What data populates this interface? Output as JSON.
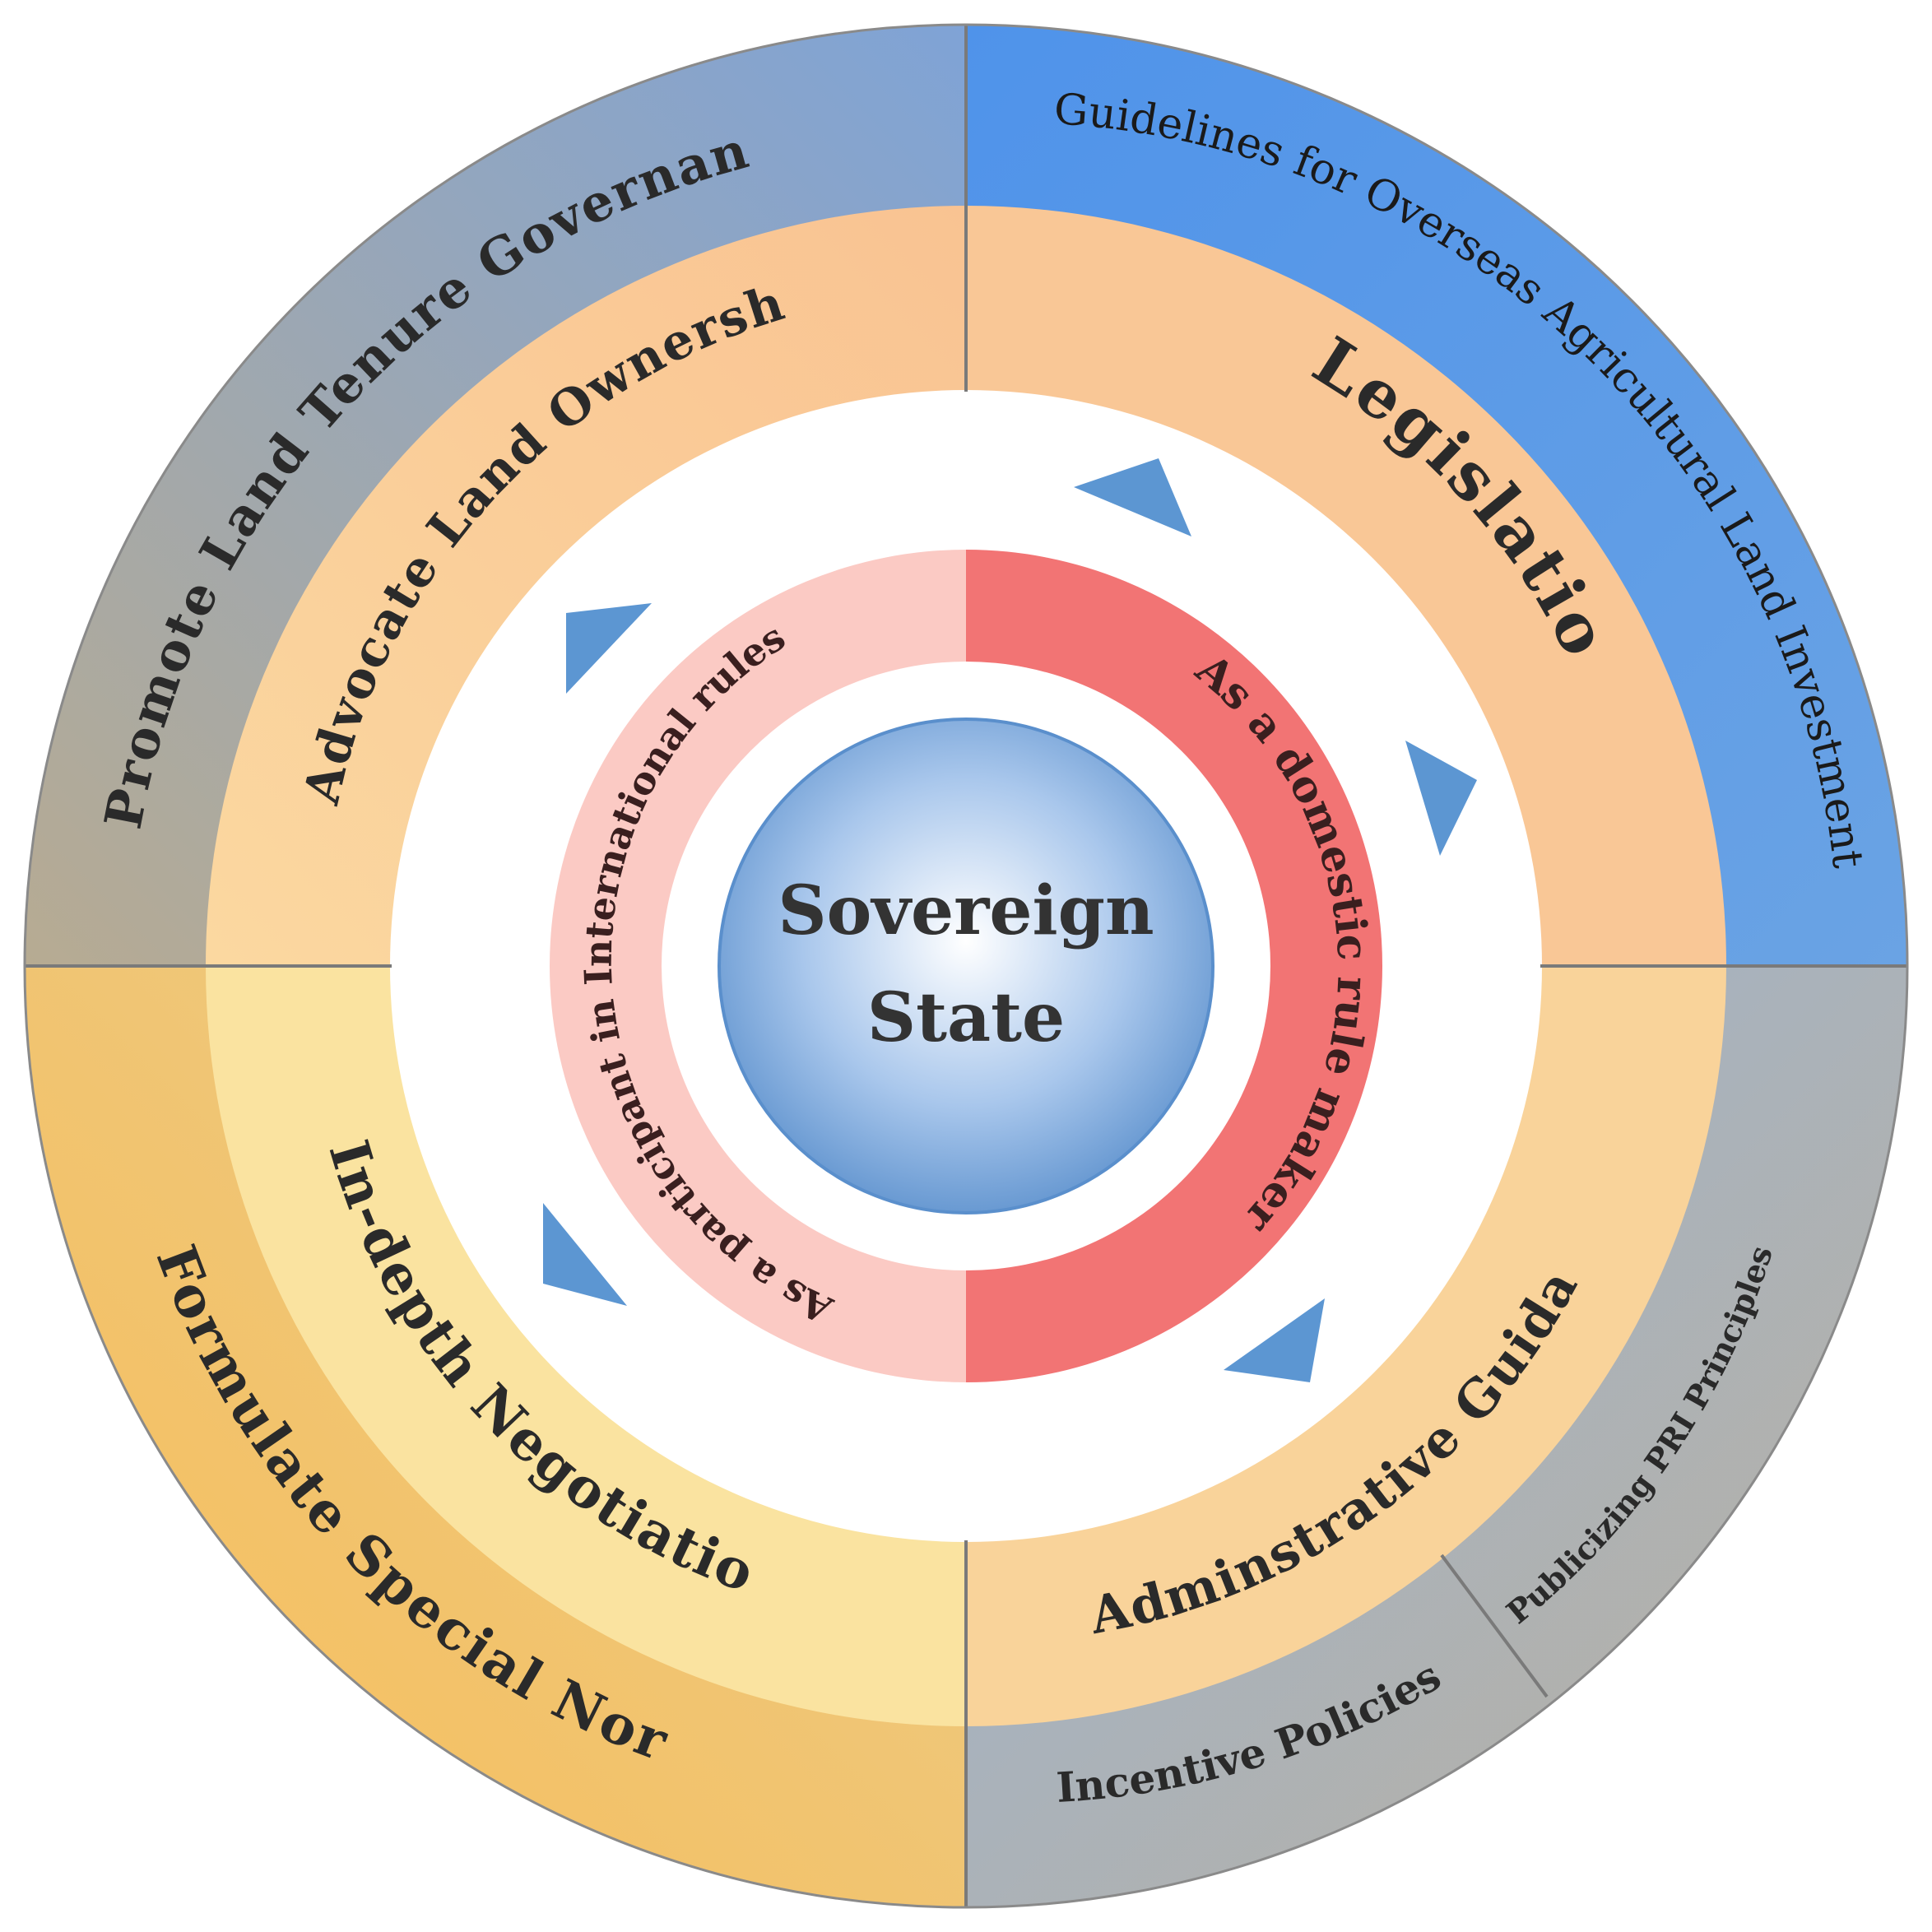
{
  "center": {
    "line1": "Sovereign",
    "line2": "State"
  },
  "inner_ring": {
    "left_label": "As a participant in International rules",
    "right_label": "As a domestic rule maker"
  },
  "middle_ring": {
    "top_left": "Advocate Land Ownership",
    "top_right": "Legislation",
    "bottom_left": "In-depth Negotiations",
    "bottom_right": "Adminstrative Guidance"
  },
  "outer_ring": {
    "top_left": "Promote Land Tenure Governance",
    "top_right": "Guidelines for Overseas Agricultural Land Investment",
    "bottom_left": "Formulate Special Norms",
    "bottom_right_a": "Publicizing PRI Principles",
    "bottom_right_b": "Incentive Policies"
  },
  "colors": {
    "outer_top_left": "#9aa6b8",
    "outer_top_right": "#5b9be6",
    "outer_bottom_left": "#f1c470",
    "outer_bottom_right": "#a9b4c4",
    "outer_bottom_right_lower": "#c7bca5",
    "middle_top": "#f9c590",
    "middle_bottom_left": "#f9e4a0",
    "middle_bottom_right": "#f9d49a",
    "inner_left": "#fbc9c4",
    "inner_right": "#f27373",
    "center": "#6d9fd6",
    "arrows": "#5c96d2"
  }
}
